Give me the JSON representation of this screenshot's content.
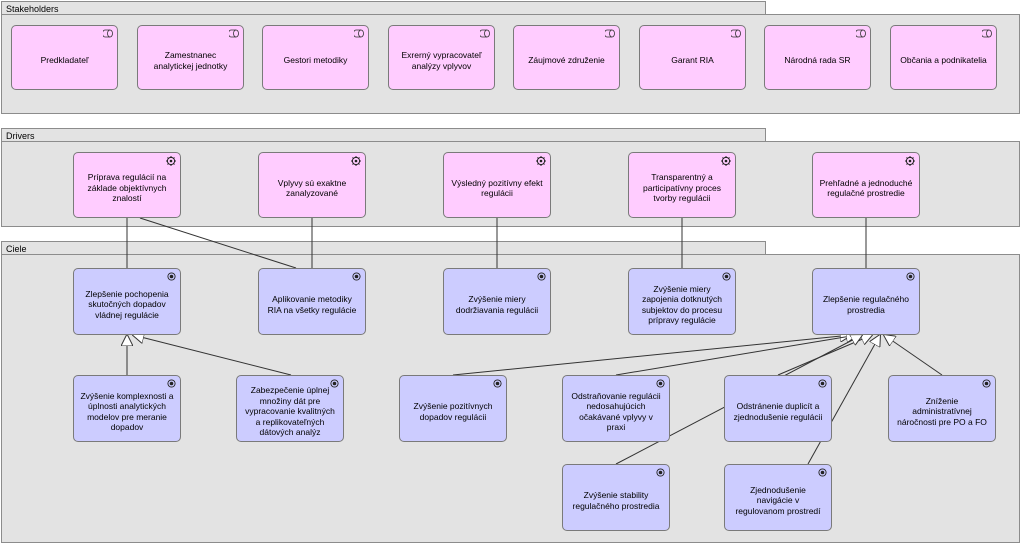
{
  "groups": {
    "stakeholders": "Stakeholders",
    "drivers": "Drivers",
    "ciele": "Ciele"
  },
  "stakeholders": [
    "Predkladateľ",
    "Zamestnanec analytickej jednotky",
    "Gestori metodiky",
    "Exrerný vypracovateľ analýzy vplyvov",
    "Záujmové združenie",
    "Garant RIA",
    "Národná rada SR",
    "Občania a podnikatelia"
  ],
  "drivers": [
    "Príprava regulácií na základe objektívnych znalostí",
    "Vplyvy sú exaktne zanalyzované",
    "Výsledný pozitívny efekt regulácii",
    "Transparentný a participatívny proces tvorby regulácii",
    "Prehľadné a jednoduché regulačné prostredie"
  ],
  "goals": {
    "g1": "Zlepšenie pochopenia skutočných dopadov vládnej regulácie",
    "g2": "Aplikovanie metodiky RIA na všetky regulácie",
    "g3": "Zvýšenie miery dodržiavania regulácii",
    "g4": "Zvýšenie miery zapojenia dotknutých subjektov do procesu prípravy regulácie",
    "g5": "Zlepšenie regulačného prostredia",
    "g6": "Zvýšenie komplexnosti a úplnosti analytických modelov pre meranie dopadov",
    "g7": "Zabezpečenie úplnej množiny dát pre vypracovanie kvalitných a replikovateľných dátových analýz",
    "g8": "Zvýšenie pozitívnych dopadov regulácii",
    "g9": "Odstraňovanie regulácii nedosahujúcich očakávané vplyvy v praxi",
    "g10": "Odstránenie duplicít a zjednodušenie regulácii",
    "g11": "Zníženie administratívnej náročnosti pre PO a FO",
    "g12": "Zvýšenie stability regulačného prostredia",
    "g13": "Zjednodušenie navigácie v regulovanom prostredí"
  },
  "colors": {
    "group_fill": "#e3e3e3",
    "stakeholder_fill": "#ffccff",
    "driver_fill": "#ffccff",
    "goal_fill": "#ccccff"
  }
}
